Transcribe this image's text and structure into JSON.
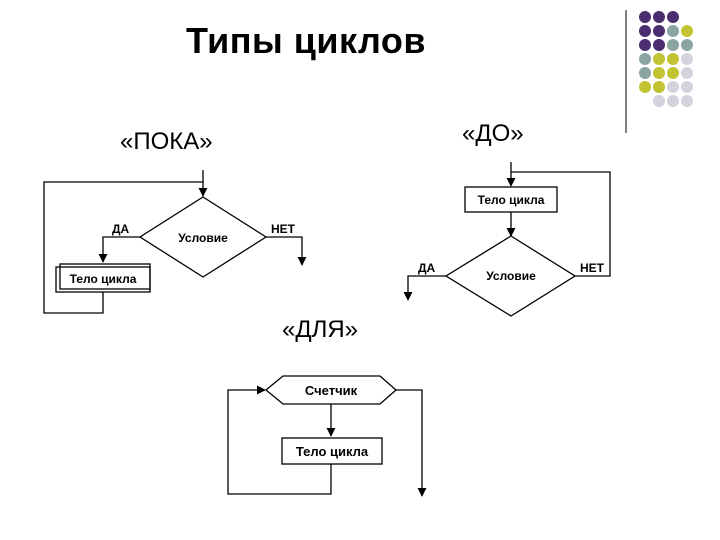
{
  "slide": {
    "title": "Типы циклов",
    "sections": {
      "while": "«ПОКА»",
      "do": "«ДО»",
      "for": "«ДЛЯ»"
    }
  },
  "while_flow": {
    "condition": "Условие",
    "yes": "ДА",
    "no": "НЕТ",
    "body": "Тело цикла"
  },
  "do_flow": {
    "body": "Тело цикла",
    "condition": "Условие",
    "yes": "ДА",
    "no": "НЕТ"
  },
  "for_flow": {
    "counter": "Счетчик",
    "body": "Тело цикла"
  },
  "colors": {
    "purple": "#4b2e6e",
    "teal": "#8aa6a3",
    "olive": "#c2c332",
    "light": "#d3d3dd",
    "line": "#000000"
  }
}
